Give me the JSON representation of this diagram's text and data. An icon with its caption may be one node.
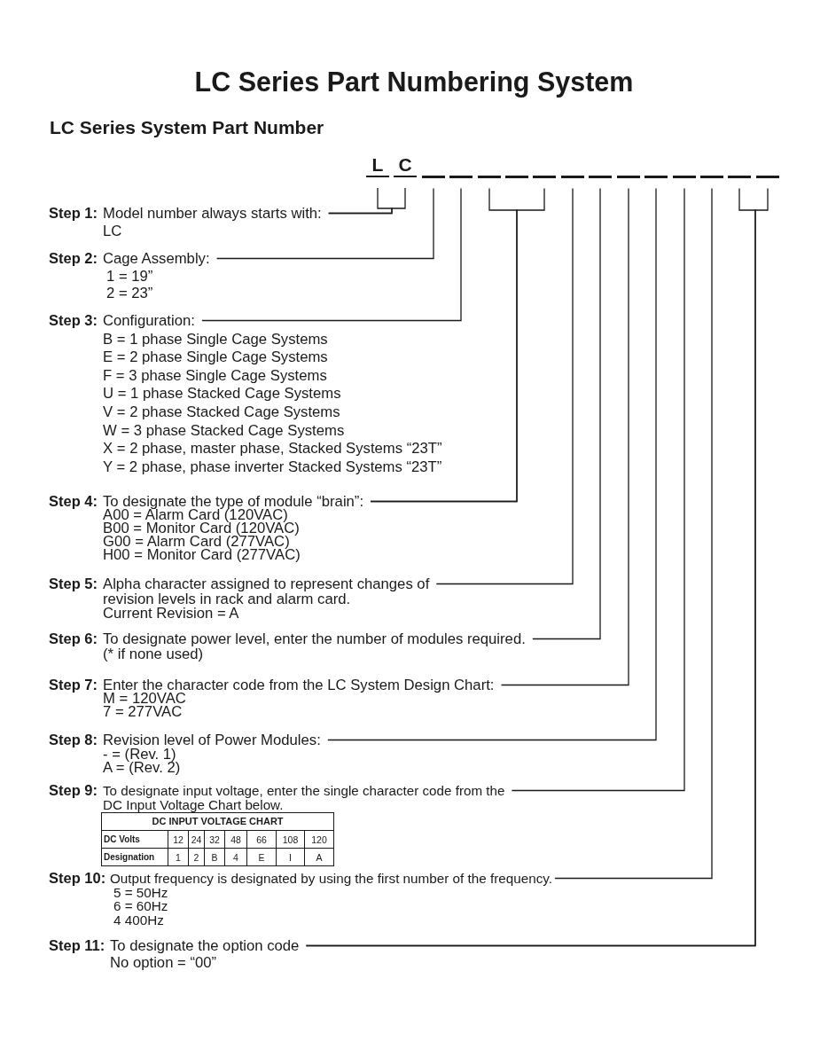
{
  "diagram": {
    "title": "LC Series Part Numbering System",
    "nodes": [
      {
        "text": [
          "L"
        ]
      },
      {
        "text": [
          "C"
        ]
      },
      {
        "text": [],
        "shape": "bar"
      },
      {
        "text": [],
        "shape": "bar"
      },
      {
        "text": [],
        "shape": "bar"
      },
      {
        "text": [],
        "shape": "bar"
      },
      {
        "text": [],
        "shape": "bar"
      },
      {
        "text": [],
        "shape": "bar"
      },
      {
        "text": [],
        "shape": "bar"
      },
      {
        "text": [],
        "shape": "bar"
      },
      {
        "text": [],
        "shape": "bar"
      },
      {
        "text": [],
        "shape": "bar"
      },
      {
        "text": [],
        "shape": "bar"
      },
      {
        "text": [],
        "shape": "bar"
      },
      {
        "text": [],
        "shape": "bar"
      },
      {
        "text": [
          "Step 1:",
          "Model number always starts with:",
          "LC"
        ]
      },
      {
        "text": [
          "Step 2:",
          "Cage Assembly:",
          "1 = 19”",
          "2 = 23”"
        ]
      },
      {
        "text": [
          "Step 3:",
          "Configuration:",
          "B = 1 phase Single Cage Systems",
          "E = 2 phase Single Cage Systems",
          "F = 3 phase Single Cage Systems",
          "U = 1 phase Stacked Cage Systems",
          "V = 2 phase Stacked Cage Systems",
          "W = 3 phase Stacked Cage Systems",
          "X = 2 phase, master phase, Stacked Systems “23T”",
          "Y = 2 phase, phase inverter Stacked Systems “23T”"
        ]
      },
      {
        "text": [
          "Step 4:",
          "To designate the type of module “brain”:",
          "A00 = Alarm Card (120VAC)",
          "B00 = Monitor Card (120VAC)",
          "G00 = Alarm Card (277VAC)",
          "H00 = Monitor Card (277VAC)"
        ]
      },
      {
        "text": [
          "Step 5:",
          "Alpha character assigned to represent changes of revision levels in rack and alarm card.",
          "Current Revision = A"
        ]
      },
      {
        "text": [
          "Step 6:",
          "To designate power level, enter the number of modules required.",
          "(* if none used)"
        ]
      },
      {
        "text": [
          "Step 7:",
          "Enter the character code from the LC System Design Chart:",
          "M = 120VAC",
          "7 = 277VAC"
        ]
      },
      {
        "text": [
          "Step 8:",
          "Revision level of Power Modules:",
          "- = (Rev. 1)",
          "A = (Rev. 2)"
        ]
      },
      {
        "text": [
          "Step 9:",
          "To designate input voltage, enter the single character code from the DC Input Voltage Chart below."
        ]
      },
      {
        "text": [
          "Step 10:",
          "Output frequency is designated by using the first number of the frequency.",
          "5 = 50Hz",
          "6 = 60Hz",
          "4 400Hz"
        ]
      },
      {
        "text": [
          "Step 11:",
          "To designate the option code",
          "No option = “00”"
        ]
      }
    ],
    "edges": [
      {
        "from": 15,
        "to": 0,
        "arrow": "none"
      },
      {
        "from": 15,
        "to": 1,
        "arrow": "none"
      },
      {
        "from": 16,
        "to": 2,
        "arrow": "none"
      },
      {
        "from": 17,
        "to": 3,
        "arrow": "none"
      },
      {
        "from": 18,
        "to": 4,
        "arrow": "none"
      },
      {
        "from": 18,
        "to": 6,
        "arrow": "none"
      },
      {
        "from": 19,
        "to": 7,
        "arrow": "none"
      },
      {
        "from": 20,
        "to": 8,
        "arrow": "none"
      },
      {
        "from": 21,
        "to": 9,
        "arrow": "none"
      },
      {
        "from": 22,
        "to": 10,
        "arrow": "none"
      },
      {
        "from": 23,
        "to": 11,
        "arrow": "none"
      },
      {
        "from": 24,
        "to": 12,
        "arrow": "none"
      },
      {
        "from": 25,
        "to": 13,
        "arrow": "none"
      },
      {
        "from": 25,
        "to": 14,
        "arrow": "none"
      }
    ],
    "labels": [
      "LC Series System Part Number",
      "DC INPUT VOLTAGE CHART",
      "DC Volts",
      "12",
      "24",
      "32",
      "48",
      "66",
      "108",
      "120",
      "Designation",
      "1",
      "2",
      "B",
      "4",
      "E",
      "I",
      "A"
    ]
  }
}
